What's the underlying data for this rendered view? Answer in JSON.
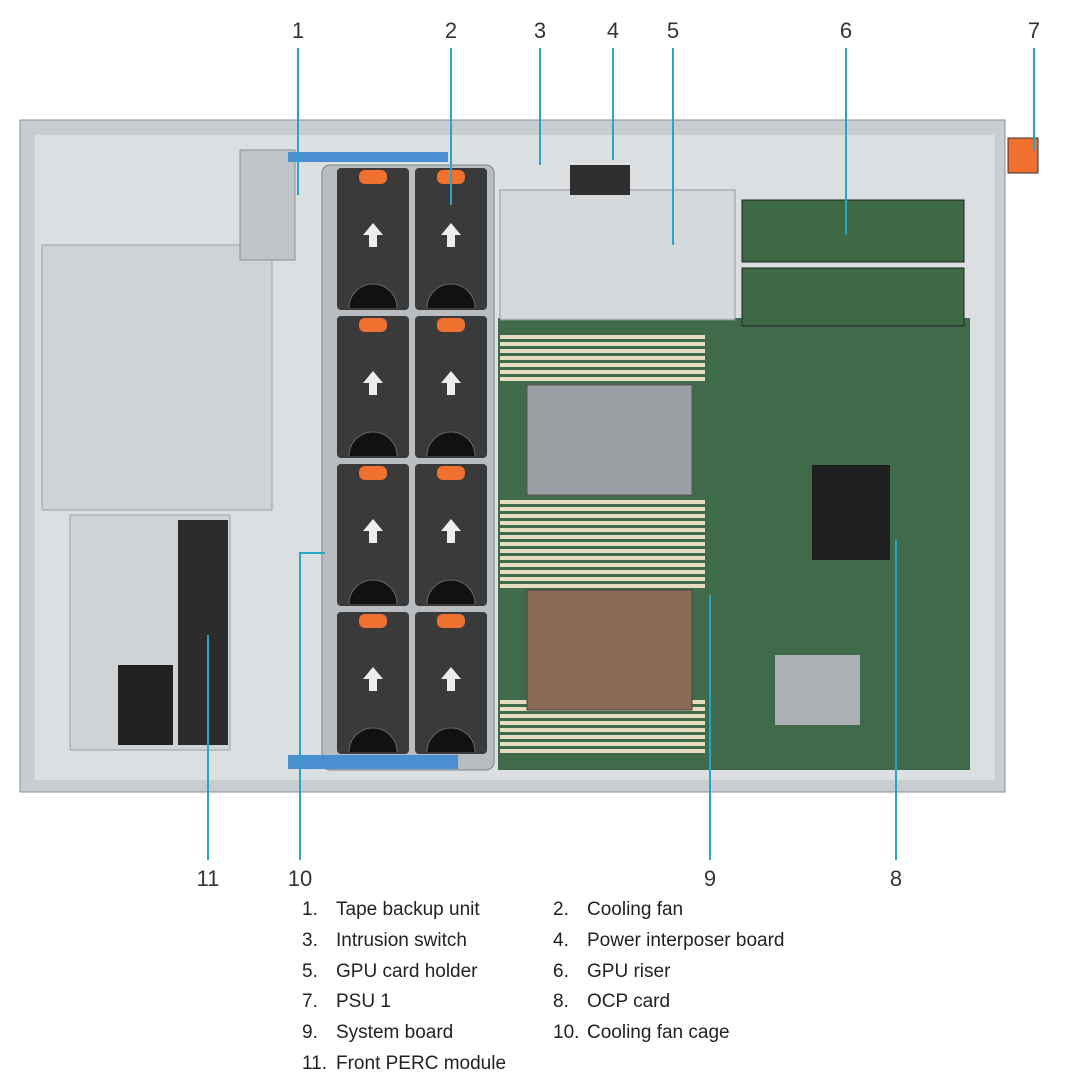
{
  "callouts": [
    {
      "number": "1",
      "label": "Tape backup unit"
    },
    {
      "number": "2",
      "label": "Cooling fan"
    },
    {
      "number": "3",
      "label": "Intrusion switch"
    },
    {
      "number": "4",
      "label": "Power interposer board"
    },
    {
      "number": "5",
      "label": "GPU card holder"
    },
    {
      "number": "6",
      "label": "GPU riser"
    },
    {
      "number": "7",
      "label": "PSU 1"
    },
    {
      "number": "8",
      "label": "OCP card"
    },
    {
      "number": "9",
      "label": "System board"
    },
    {
      "number": "10",
      "label": "Cooling fan cage"
    },
    {
      "number": "11",
      "label": "Front PERC module"
    }
  ],
  "legend": [
    {
      "n": "1.",
      "text": "Tape backup unit"
    },
    {
      "n": "2.",
      "text": "Cooling fan"
    },
    {
      "n": "3.",
      "text": "Intrusion switch"
    },
    {
      "n": "4.",
      "text": "Power interposer board"
    },
    {
      "n": "5.",
      "text": "GPU card holder"
    },
    {
      "n": "6.",
      "text": "GPU riser"
    },
    {
      "n": "7.",
      "text": "PSU 1"
    },
    {
      "n": "8.",
      "text": "OCP card"
    },
    {
      "n": "9.",
      "text": "System board"
    },
    {
      "n": "10.",
      "text": "Cooling fan cage"
    },
    {
      "n": "11.",
      "text": "Front PERC module"
    }
  ],
  "colors": {
    "chassis": "#c9cdd0",
    "board": "#3f6b4a",
    "fan": "#3a3a3a",
    "fan_latch": "#f07030",
    "leader": "#2aa5c8",
    "accent_blue": "#4a8fd0"
  }
}
